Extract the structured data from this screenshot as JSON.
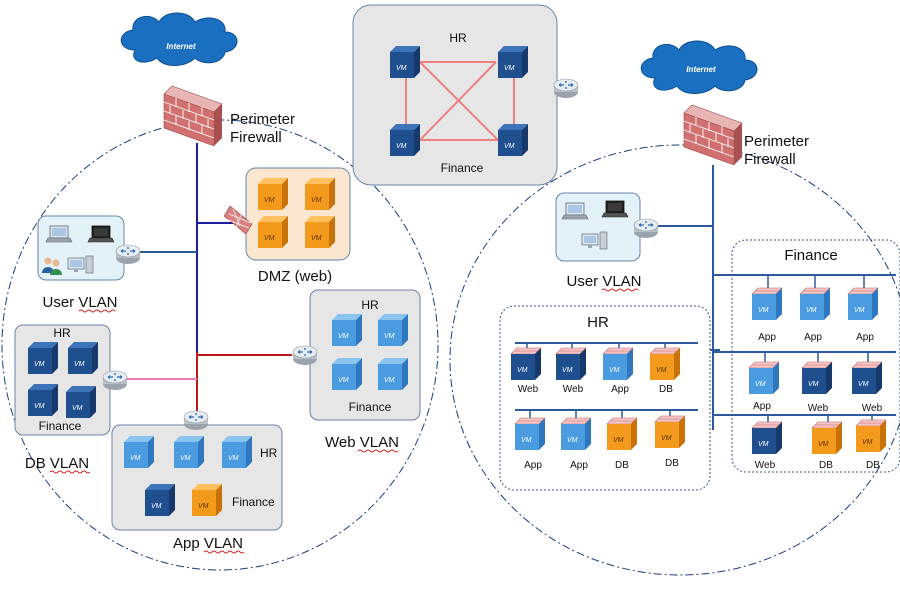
{
  "left": {
    "internet": "Internet",
    "perimeter_firewall": [
      "Perimeter",
      "Firewall"
    ],
    "dmz": "DMZ (web)",
    "user_vlan": "User VLAN",
    "db_vlan": "DB VLAN",
    "db_hr": "HR",
    "db_finance": "Finance",
    "web_vlan": "Web VLAN",
    "web_hr": "HR",
    "web_finance": "Finance",
    "app_vlan": "App VLAN",
    "app_hr": "HR",
    "app_finance": "Finance"
  },
  "top": {
    "hr": "HR",
    "finance": "Finance"
  },
  "right": {
    "internet": "Internet",
    "perimeter_firewall": [
      "Perimeter",
      "Firewall"
    ],
    "user_vlan": "User VLAN",
    "hr_group": "HR",
    "finance_group": "Finance",
    "hr_row1": [
      "Web",
      "Web",
      "App",
      "DB"
    ],
    "hr_row2": [
      "App",
      "App",
      "DB",
      "DB"
    ],
    "fin_row1": [
      "App",
      "App",
      "App"
    ],
    "fin_row2": [
      "App",
      "Web",
      "Web"
    ],
    "fin_row3": [
      "Web",
      "DB",
      "DB"
    ]
  },
  "vm_label": "VM",
  "colors": {
    "cloud": "#1a6fc0",
    "vm_dark": "#1f4f8f",
    "vm_light": "#4a9be0",
    "vm_orange": "#f39a1c",
    "firewall": "#c9646a",
    "trunk_blue": "#2c5aa0",
    "link_red": "#c01818",
    "link_pink": "#f07ab8",
    "link_navy": "#1a1aa0"
  }
}
